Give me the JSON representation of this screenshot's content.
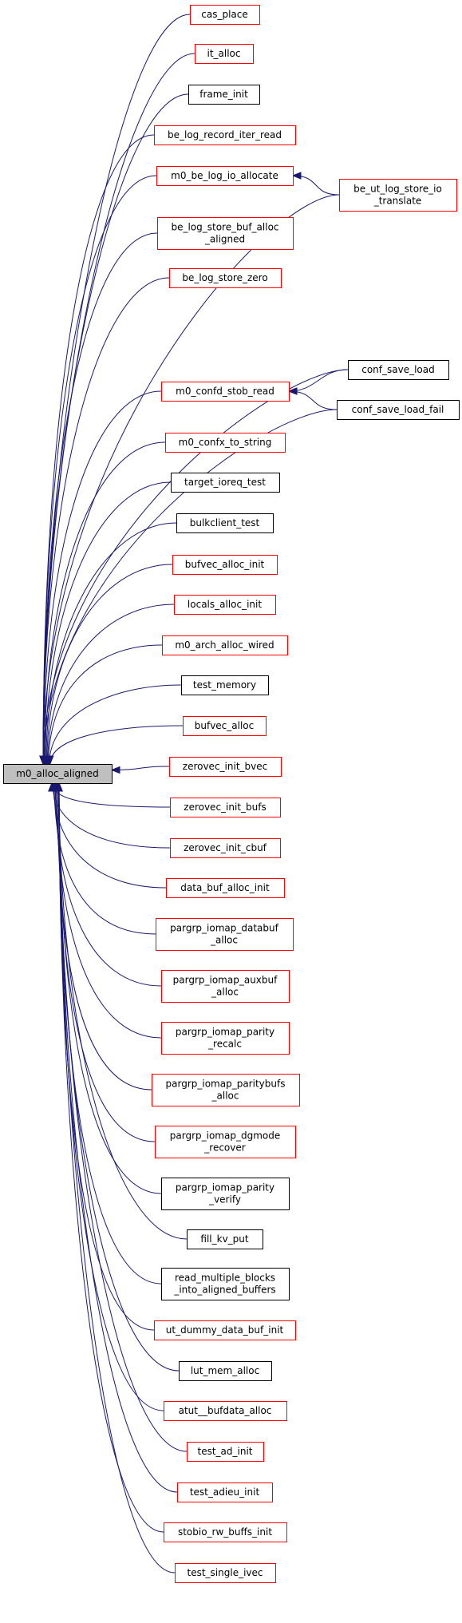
{
  "graph": {
    "root": {
      "id": "root",
      "lines": [
        "m0_alloc_aligned"
      ]
    },
    "nodes": [
      {
        "id": "cas_place",
        "lines": [
          "cas_place"
        ],
        "color": "red"
      },
      {
        "id": "it_alloc",
        "lines": [
          "it_alloc"
        ],
        "color": "red"
      },
      {
        "id": "frame_init",
        "lines": [
          "frame_init"
        ],
        "color": "black"
      },
      {
        "id": "be_log_record_iter_read",
        "lines": [
          "be_log_record_iter_read"
        ],
        "color": "red"
      },
      {
        "id": "m0_be_log_io_allocate",
        "lines": [
          "m0_be_log_io_allocate"
        ],
        "color": "red"
      },
      {
        "id": "be_log_store_buf_alloc_aligned",
        "lines": [
          "be_log_store_buf_alloc",
          "_aligned"
        ],
        "color": "red"
      },
      {
        "id": "be_log_store_zero",
        "lines": [
          "be_log_store_zero"
        ],
        "color": "red"
      },
      {
        "id": "m0_confd_stob_read",
        "lines": [
          "m0_confd_stob_read"
        ],
        "color": "red"
      },
      {
        "id": "m0_confx_to_string",
        "lines": [
          "m0_confx_to_string"
        ],
        "color": "red"
      },
      {
        "id": "target_ioreq_test",
        "lines": [
          "target_ioreq_test"
        ],
        "color": "black"
      },
      {
        "id": "bulkclient_test",
        "lines": [
          "bulkclient_test"
        ],
        "color": "black"
      },
      {
        "id": "bufvec_alloc_init",
        "lines": [
          "bufvec_alloc_init"
        ],
        "color": "red"
      },
      {
        "id": "locals_alloc_init",
        "lines": [
          "locals_alloc_init"
        ],
        "color": "red"
      },
      {
        "id": "m0_arch_alloc_wired",
        "lines": [
          "m0_arch_alloc_wired"
        ],
        "color": "red"
      },
      {
        "id": "test_memory",
        "lines": [
          "test_memory"
        ],
        "color": "black"
      },
      {
        "id": "bufvec_alloc",
        "lines": [
          "bufvec_alloc"
        ],
        "color": "red"
      },
      {
        "id": "zerovec_init_bvec",
        "lines": [
          "zerovec_init_bvec"
        ],
        "color": "red"
      },
      {
        "id": "zerovec_init_bufs",
        "lines": [
          "zerovec_init_bufs"
        ],
        "color": "red"
      },
      {
        "id": "zerovec_init_cbuf",
        "lines": [
          "zerovec_init_cbuf"
        ],
        "color": "red"
      },
      {
        "id": "data_buf_alloc_init",
        "lines": [
          "data_buf_alloc_init"
        ],
        "color": "red"
      },
      {
        "id": "pargrp_iomap_databuf_alloc",
        "lines": [
          "pargrp_iomap_databuf",
          "_alloc"
        ],
        "color": "red"
      },
      {
        "id": "pargrp_iomap_auxbuf_alloc",
        "lines": [
          "pargrp_iomap_auxbuf",
          "_alloc"
        ],
        "color": "red"
      },
      {
        "id": "pargrp_iomap_parity_recalc",
        "lines": [
          "pargrp_iomap_parity",
          "_recalc"
        ],
        "color": "red"
      },
      {
        "id": "pargrp_iomap_paritybufs_alloc",
        "lines": [
          "pargrp_iomap_paritybufs",
          "_alloc"
        ],
        "color": "red"
      },
      {
        "id": "pargrp_iomap_dgmode_recover",
        "lines": [
          "pargrp_iomap_dgmode",
          "_recover"
        ],
        "color": "red"
      },
      {
        "id": "pargrp_iomap_parity_verify",
        "lines": [
          "pargrp_iomap_parity",
          "_verify"
        ],
        "color": "black"
      },
      {
        "id": "fill_kv_put",
        "lines": [
          "fill_kv_put"
        ],
        "color": "black"
      },
      {
        "id": "read_multiple_blocks_into_aligned_buffers",
        "lines": [
          "read_multiple_blocks",
          "_into_aligned_buffers"
        ],
        "color": "black"
      },
      {
        "id": "ut_dummy_data_buf_init",
        "lines": [
          "ut_dummy_data_buf_init"
        ],
        "color": "red"
      },
      {
        "id": "lut_mem_alloc",
        "lines": [
          "lut_mem_alloc"
        ],
        "color": "black"
      },
      {
        "id": "atut__bufdata_alloc",
        "lines": [
          "atut__bufdata_alloc"
        ],
        "color": "red"
      },
      {
        "id": "test_ad_init",
        "lines": [
          "test_ad_init"
        ],
        "color": "red"
      },
      {
        "id": "test_adieu_init",
        "lines": [
          "test_adieu_init"
        ],
        "color": "red"
      },
      {
        "id": "stobio_rw_buffs_init",
        "lines": [
          "stobio_rw_buffs_init"
        ],
        "color": "red"
      },
      {
        "id": "test_single_ivec",
        "lines": [
          "test_single_ivec"
        ],
        "color": "red"
      },
      {
        "id": "be_ut_log_store_io_translate",
        "lines": [
          "be_ut_log_store_io",
          "_translate"
        ],
        "color": "red"
      },
      {
        "id": "conf_save_load",
        "lines": [
          "conf_save_load"
        ],
        "color": "black"
      },
      {
        "id": "conf_save_load_fail",
        "lines": [
          "conf_save_load_fail"
        ],
        "color": "black"
      }
    ],
    "edges": [
      {
        "from": "cas_place",
        "to": "root"
      },
      {
        "from": "it_alloc",
        "to": "root"
      },
      {
        "from": "frame_init",
        "to": "root"
      },
      {
        "from": "be_log_record_iter_read",
        "to": "root"
      },
      {
        "from": "m0_be_log_io_allocate",
        "to": "root"
      },
      {
        "from": "be_ut_log_store_io_translate",
        "to": "root"
      },
      {
        "from": "be_ut_log_store_io_translate",
        "to": "m0_be_log_io_allocate"
      },
      {
        "from": "be_log_store_buf_alloc_aligned",
        "to": "root"
      },
      {
        "from": "be_log_store_zero",
        "to": "root"
      },
      {
        "from": "conf_save_load",
        "to": "root"
      },
      {
        "from": "conf_save_load",
        "to": "m0_confd_stob_read"
      },
      {
        "from": "m0_confd_stob_read",
        "to": "root"
      },
      {
        "from": "conf_save_load_fail",
        "to": "root"
      },
      {
        "from": "conf_save_load_fail",
        "to": "m0_confd_stob_read"
      },
      {
        "from": "m0_confx_to_string",
        "to": "root"
      },
      {
        "from": "target_ioreq_test",
        "to": "root"
      },
      {
        "from": "bulkclient_test",
        "to": "root"
      },
      {
        "from": "bufvec_alloc_init",
        "to": "root"
      },
      {
        "from": "locals_alloc_init",
        "to": "root"
      },
      {
        "from": "m0_arch_alloc_wired",
        "to": "root"
      },
      {
        "from": "test_memory",
        "to": "root"
      },
      {
        "from": "bufvec_alloc",
        "to": "root"
      },
      {
        "from": "zerovec_init_bvec",
        "to": "root"
      },
      {
        "from": "zerovec_init_bufs",
        "to": "root"
      },
      {
        "from": "zerovec_init_cbuf",
        "to": "root"
      },
      {
        "from": "data_buf_alloc_init",
        "to": "root"
      },
      {
        "from": "pargrp_iomap_databuf_alloc",
        "to": "root"
      },
      {
        "from": "pargrp_iomap_auxbuf_alloc",
        "to": "root"
      },
      {
        "from": "pargrp_iomap_parity_recalc",
        "to": "root"
      },
      {
        "from": "pargrp_iomap_paritybufs_alloc",
        "to": "root"
      },
      {
        "from": "pargrp_iomap_dgmode_recover",
        "to": "root"
      },
      {
        "from": "pargrp_iomap_parity_verify",
        "to": "root"
      },
      {
        "from": "fill_kv_put",
        "to": "root"
      },
      {
        "from": "read_multiple_blocks_into_aligned_buffers",
        "to": "root"
      },
      {
        "from": "ut_dummy_data_buf_init",
        "to": "root"
      },
      {
        "from": "lut_mem_alloc",
        "to": "root"
      },
      {
        "from": "atut__bufdata_alloc",
        "to": "root"
      },
      {
        "from": "test_ad_init",
        "to": "root"
      },
      {
        "from": "test_adieu_init",
        "to": "root"
      },
      {
        "from": "stobio_rw_buffs_init",
        "to": "root"
      },
      {
        "from": "test_single_ivec",
        "to": "root"
      }
    ]
  },
  "colors": {
    "edge": "#191970",
    "red_border": "#ff0000",
    "black_border": "#000000",
    "root_fill": "#bfbfbf"
  }
}
